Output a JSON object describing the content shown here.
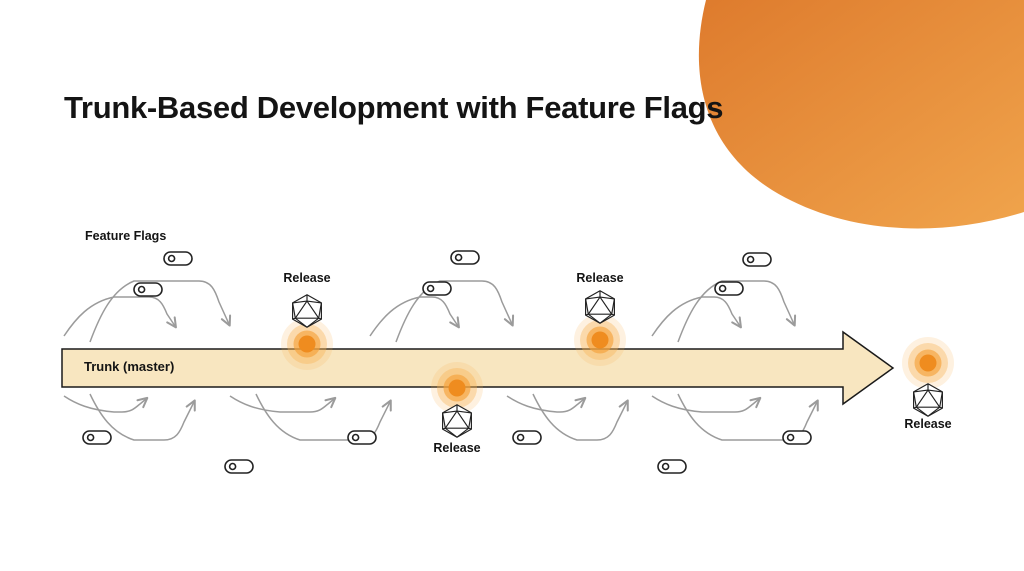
{
  "title": "Trunk-Based Development with Feature Flags",
  "diagram": {
    "feature_flags_label": "Feature Flags",
    "trunk_label": "Trunk (master)",
    "releases": [
      {
        "label": "Release",
        "position": "above-trunk-left"
      },
      {
        "label": "Release",
        "position": "below-trunk-middle"
      },
      {
        "label": "Release",
        "position": "above-trunk-right"
      },
      {
        "label": "Release",
        "position": "end-of-trunk"
      }
    ],
    "toggle_count": 12
  },
  "icons": {
    "feature_flag": "toggle-icon",
    "release": "icosahedron-icon"
  },
  "colors": {
    "blob_gradient_start": "#de7b2d",
    "blob_gradient_end": "#f0a44c",
    "trunk_fill": "#f8e6c0",
    "trunk_stroke": "#1a1a1a",
    "branch_stroke": "#9b9b9b",
    "glow_core": "#ef8c1f",
    "glow_mid": "#f5a23a",
    "glow_outer": "#f7b454",
    "text": "#141414"
  }
}
